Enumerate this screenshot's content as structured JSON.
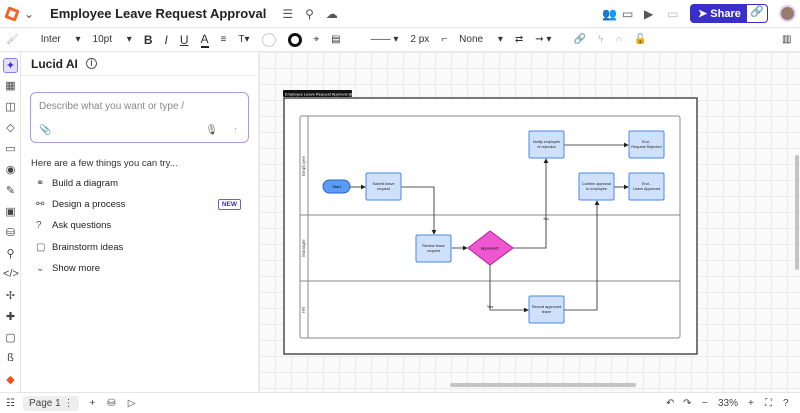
{
  "header": {
    "title": "Employee Leave Request Approval",
    "share_label": "Share"
  },
  "toolbar": {
    "font": "Inter",
    "size": "10pt",
    "stroke": "2 px",
    "arrow_start": "None"
  },
  "ai_panel": {
    "title": "Lucid AI",
    "placeholder": "Describe what you want or type /",
    "hint": "Here are a few things you can try...",
    "suggestions": [
      {
        "label": "Build a diagram",
        "icon": "diagram-icon"
      },
      {
        "label": "Design a process",
        "icon": "process-icon",
        "badge": "NEW"
      },
      {
        "label": "Ask questions",
        "icon": "question-icon"
      },
      {
        "label": "Brainstorm ideas",
        "icon": "sticky-note-icon"
      }
    ],
    "show_more": "Show more"
  },
  "diagram": {
    "title": "Employee Leave Request Approval (BPMN)",
    "lanes": [
      "Employee",
      "Manager",
      "HR"
    ],
    "nodes": {
      "start": "Start",
      "submit": "Submit leave request",
      "review": "Review leave request",
      "decision": "Approved?",
      "notify": "Notify employee of rejection",
      "end_rejected": "End - Request Rejected",
      "confirm": "Confirm approval to employee",
      "end_approved": "End - Leave Approved",
      "record": "Record approved leave"
    },
    "edge_labels": {
      "no": "No",
      "yes": "Yes"
    },
    "colors": {
      "task_fill": "#cfe0fb",
      "task_stroke": "#4a86e8",
      "start_fill": "#5b9cf6",
      "decision_fill": "#ef57d0",
      "decision_stroke": "#b0209a"
    }
  },
  "bottom": {
    "page": "Page 1",
    "zoom": "33%"
  }
}
